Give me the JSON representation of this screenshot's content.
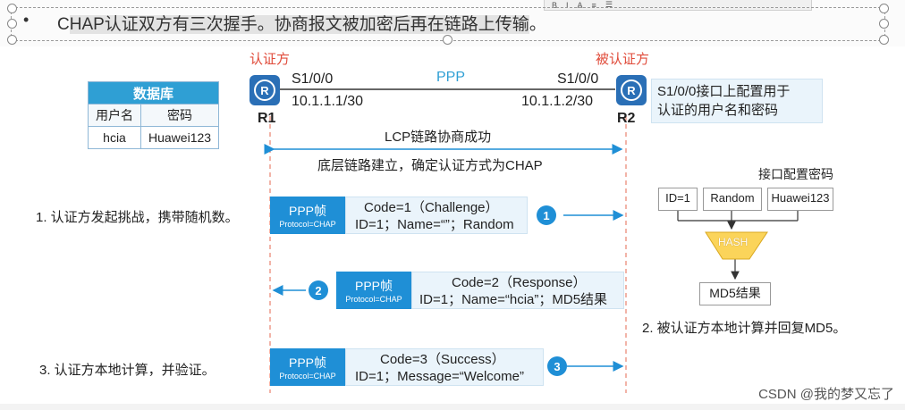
{
  "headline": {
    "bullet": "•",
    "text_plain": "C",
    "text_highlight": "HAP认证双方有三次握手。协商报文被加密后再在链路上传输",
    "text_end": "。"
  },
  "topology": {
    "auth_label": "认证方",
    "peer_label": "被认证方",
    "r1_name": "R1",
    "r2_name": "R2",
    "r1_interface": "S1/0/0",
    "r2_interface": "S1/0/0",
    "r1_ip": "10.1.1.1/30",
    "r2_ip": "10.1.1.2/30",
    "link_protocol": "PPP",
    "router_glyph": "R"
  },
  "database": {
    "title": "数据库",
    "columns": [
      "用户名",
      "密码"
    ],
    "row": [
      "hcia",
      "Huawei123"
    ]
  },
  "r2_note": {
    "line1": "S1/0/0接口上配置用于",
    "line2": "认证的用户名和密码"
  },
  "lcp": {
    "line1": "LCP链路协商成功",
    "line2": "底层链路建立，确定认证方式为CHAP"
  },
  "frames": [
    {
      "frame": "PPP帧",
      "protocol": "Protocol=CHAP",
      "line1": "Code=1（Challenge）",
      "line2": "ID=1；Name=“”；Random",
      "num": "1"
    },
    {
      "frame": "PPP帧",
      "protocol": "Protocol=CHAP",
      "line1": "Code=2（Response）",
      "line2": "ID=1；Name=“hcia”；MD5结果",
      "num": "2"
    },
    {
      "frame": "PPP帧",
      "protocol": "Protocol=CHAP",
      "line1": "Code=3（Success）",
      "line2": "ID=1；Message=“Welcome”",
      "num": "3"
    }
  ],
  "steps": {
    "step1": "1. 认证方发起挑战，携带随机数。",
    "step2": "2. 被认证方本地计算并回复MD5。",
    "step3": "3. 认证方本地计算，并验证。"
  },
  "hash": {
    "title": "接口配置密码",
    "inputs": [
      "ID=1",
      "Random",
      "Huawei123"
    ],
    "func": "HASH",
    "output": "MD5结果"
  },
  "watermark": "CSDN @我的梦又忘了",
  "colors": {
    "accent": "#1f8fd6",
    "label_red": "#e04b3a",
    "ppp_blue": "#2f9fd4"
  }
}
